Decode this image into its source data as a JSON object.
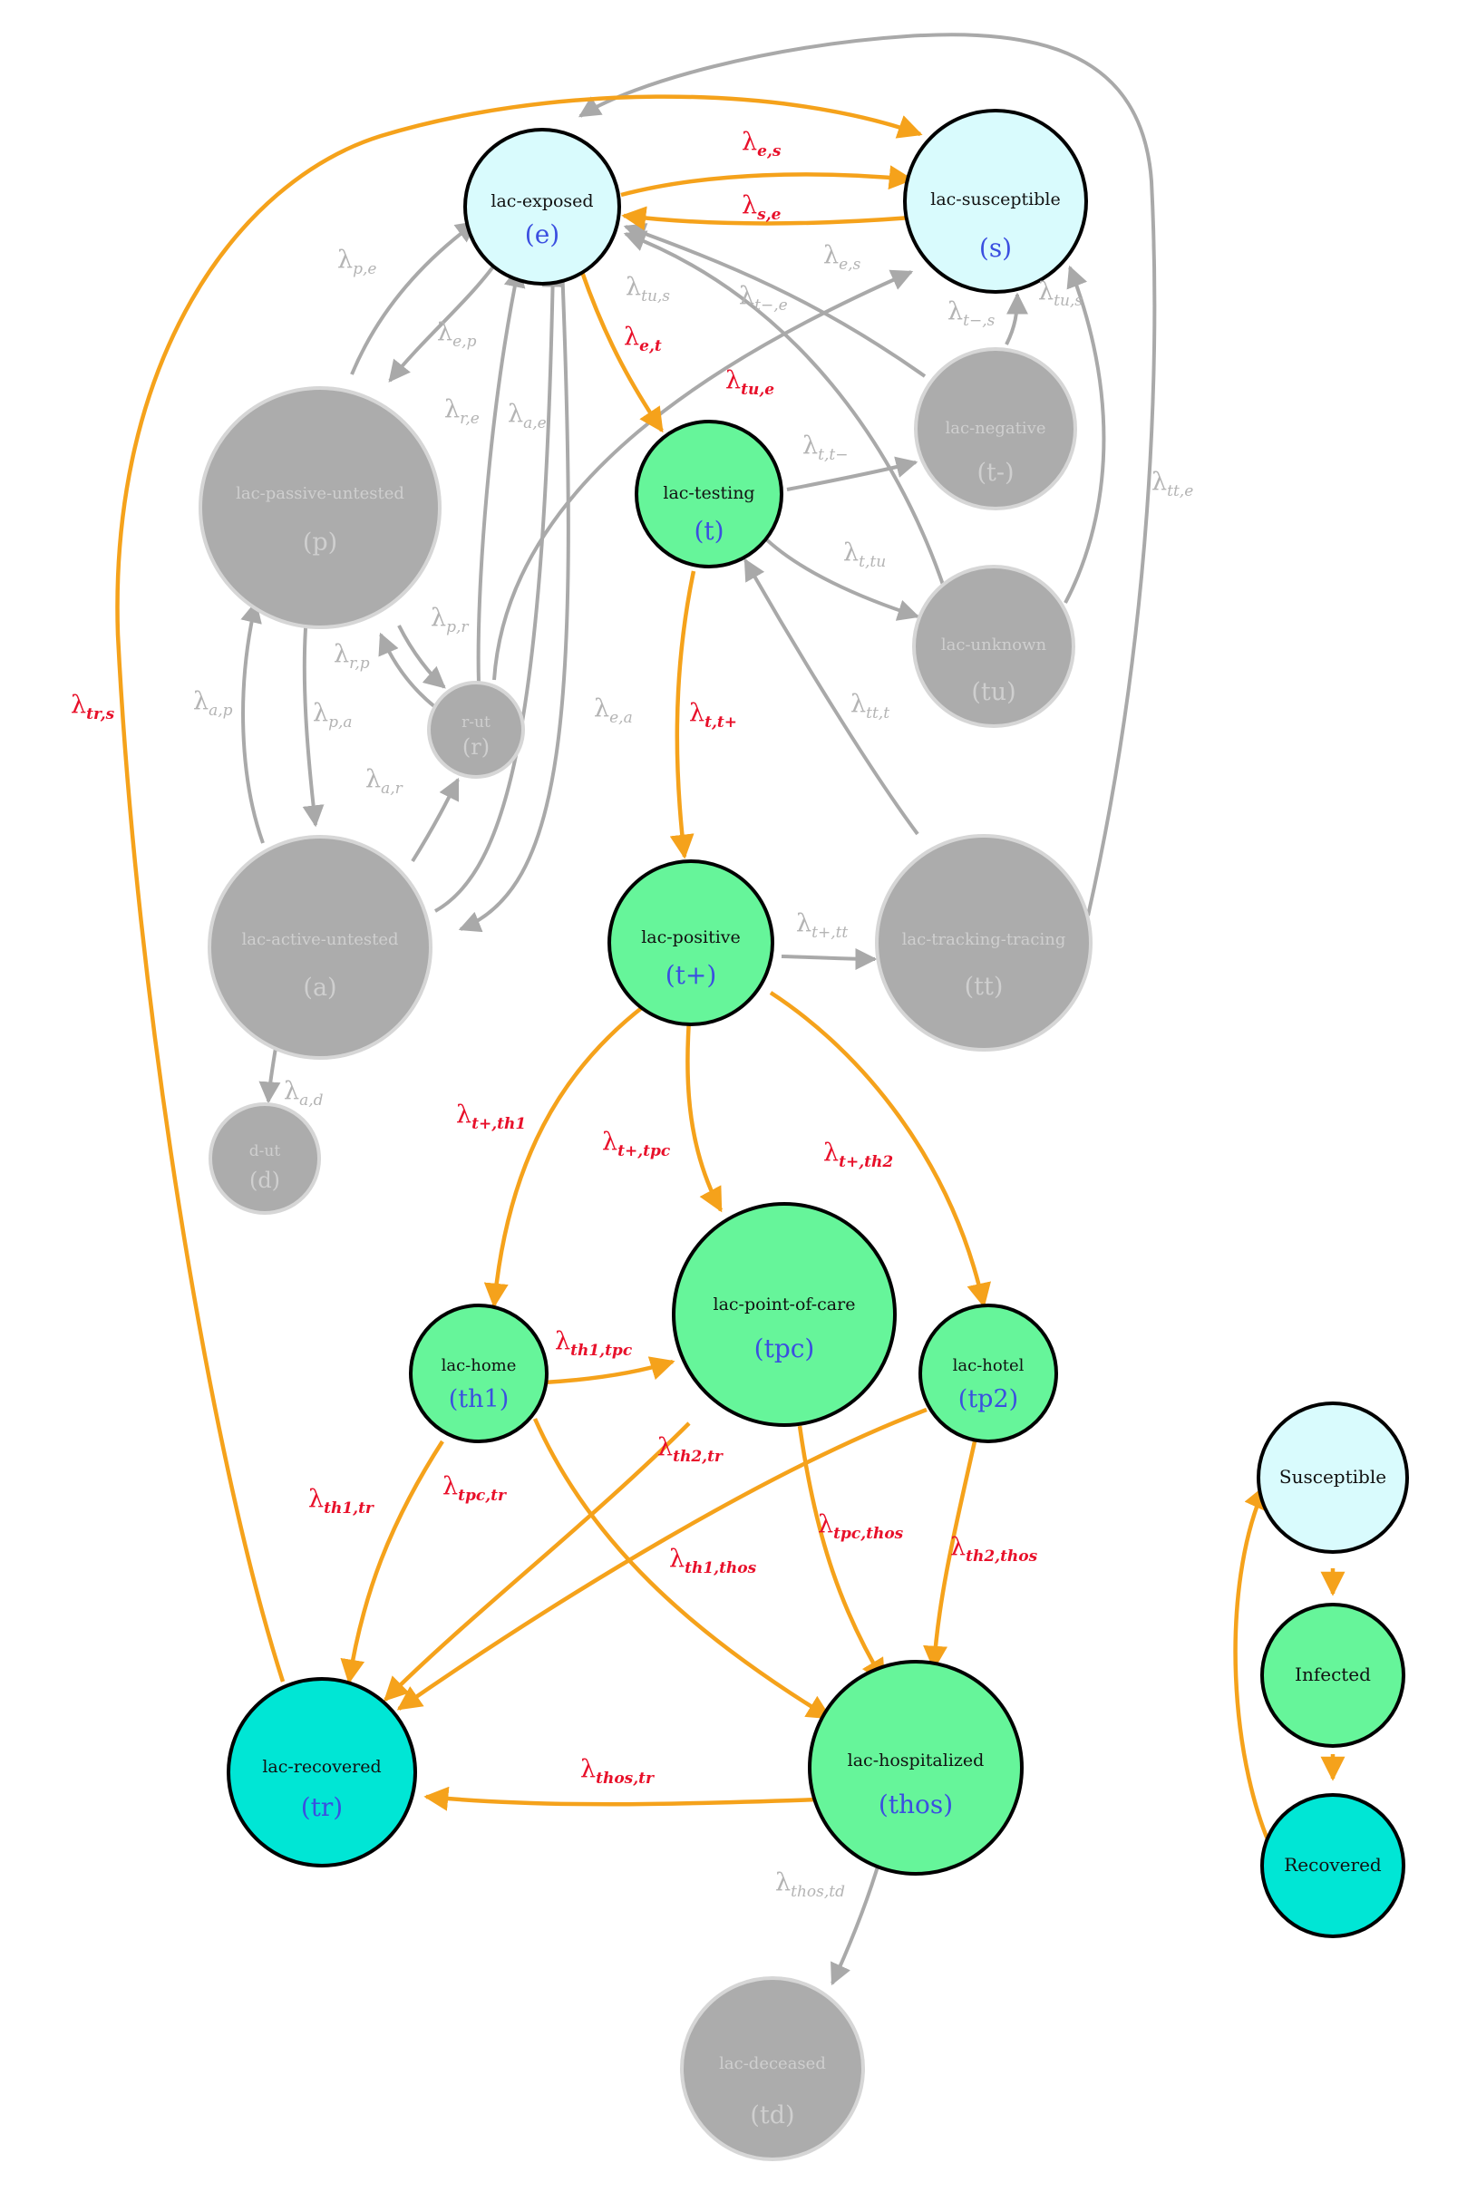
{
  "colors": {
    "active_edge": "#f5a21b",
    "inactive_edge": "#a9a9a9",
    "rate_label_active": "#e8102a",
    "rate_label_inactive": "#b4b4b4",
    "susceptible_fill": "#d9fbfd",
    "infected_fill": "#66f59a",
    "recovered_fill": "#00e6d5",
    "inactive_fill": "#acacac",
    "inactive_stroke": "#d6d6d6",
    "abbrev_active": "#3b4fe0",
    "name_inactive": "#cfcfcf"
  },
  "nodes": {
    "e": {
      "name": "lac-exposed",
      "abbrev": "(e)",
      "state": "susceptible"
    },
    "s": {
      "name": "lac-susceptible",
      "abbrev": "(s)",
      "state": "susceptible"
    },
    "p": {
      "name": "lac-passive-untested",
      "abbrev": "(p)",
      "state": "inactive"
    },
    "t": {
      "name": "lac-testing",
      "abbrev": "(t)",
      "state": "infected"
    },
    "tneg": {
      "name": "lac-negative",
      "abbrev": "(t-)",
      "state": "inactive"
    },
    "tu": {
      "name": "lac-unknown",
      "abbrev": "(tu)",
      "state": "inactive"
    },
    "r": {
      "name": "r-ut",
      "abbrev": "(r)",
      "state": "inactive"
    },
    "a": {
      "name": "lac-active-untested",
      "abbrev": "(a)",
      "state": "inactive"
    },
    "tpos": {
      "name": "lac-positive",
      "abbrev": "(t+)",
      "state": "infected"
    },
    "tt": {
      "name": "lac-tracking-tracing",
      "abbrev": "(tt)",
      "state": "inactive"
    },
    "d": {
      "name": "d-ut",
      "abbrev": "(d)",
      "state": "inactive"
    },
    "th1": {
      "name": "lac-home",
      "abbrev": "(th1)",
      "state": "infected"
    },
    "tpc": {
      "name": "lac-point-of-care",
      "abbrev": "(tpc)",
      "state": "infected"
    },
    "tp2": {
      "name": "lac-hotel",
      "abbrev": "(tp2)",
      "state": "infected"
    },
    "tr": {
      "name": "lac-recovered",
      "abbrev": "(tr)",
      "state": "recovered"
    },
    "thos": {
      "name": "lac-hospitalized",
      "abbrev": "(thos)",
      "state": "infected"
    },
    "td": {
      "name": "lac-deceased",
      "abbrev": "(td)",
      "state": "inactive"
    }
  },
  "legend": {
    "susceptible": "Susceptible",
    "infected": "Infected",
    "recovered": "Recovered"
  },
  "rates": [
    {
      "base": "λ",
      "sub": "e,s",
      "active": true
    },
    {
      "base": "λ",
      "sub": "s,e",
      "active": true
    },
    {
      "base": "λ",
      "sub": "e,t",
      "active": true
    },
    {
      "base": "λ",
      "sub": "tu,e",
      "active": true
    },
    {
      "base": "λ",
      "sub": "tr,s",
      "active": true
    },
    {
      "base": "λ",
      "sub": "t,t+",
      "active": true
    },
    {
      "base": "λ",
      "sub": "t+,th1",
      "active": true
    },
    {
      "base": "λ",
      "sub": "t+,tpc",
      "active": true
    },
    {
      "base": "λ",
      "sub": "t+,th2",
      "active": true
    },
    {
      "base": "λ",
      "sub": "th1,tpc",
      "active": true
    },
    {
      "base": "λ",
      "sub": "th1,tr",
      "active": true
    },
    {
      "base": "λ",
      "sub": "tpc,tr",
      "active": true
    },
    {
      "base": "λ",
      "sub": "th2,tr",
      "active": true
    },
    {
      "base": "λ",
      "sub": "th1,thos",
      "active": true
    },
    {
      "base": "λ",
      "sub": "tpc,thos",
      "active": true
    },
    {
      "base": "λ",
      "sub": "th2,thos",
      "active": true
    },
    {
      "base": "λ",
      "sub": "thos,tr",
      "active": true
    },
    {
      "base": "λ",
      "sub": "p,e",
      "active": false
    },
    {
      "base": "λ",
      "sub": "e,p",
      "active": false
    },
    {
      "base": "λ",
      "sub": "r,e",
      "active": false
    },
    {
      "base": "λ",
      "sub": "a,e",
      "active": false
    },
    {
      "base": "λ",
      "sub": "tu,s",
      "active": false
    },
    {
      "base": "λ",
      "sub": "t−,e",
      "active": false
    },
    {
      "base": "λ",
      "sub": "e,s",
      "active": false
    },
    {
      "base": "λ",
      "sub": "t−,s",
      "active": false
    },
    {
      "base": "λ",
      "sub": "tu,s",
      "active": false
    },
    {
      "base": "λ",
      "sub": "t,t−",
      "active": false
    },
    {
      "base": "λ",
      "sub": "tt,e",
      "active": false
    },
    {
      "base": "λ",
      "sub": "t,tu",
      "active": false
    },
    {
      "base": "λ",
      "sub": "p,r",
      "active": false
    },
    {
      "base": "λ",
      "sub": "r,p",
      "active": false
    },
    {
      "base": "λ",
      "sub": "a,p",
      "active": false
    },
    {
      "base": "λ",
      "sub": "p,a",
      "active": false
    },
    {
      "base": "λ",
      "sub": "a,r",
      "active": false
    },
    {
      "base": "λ",
      "sub": "e,a",
      "active": false
    },
    {
      "base": "λ",
      "sub": "tt,t",
      "active": false
    },
    {
      "base": "λ",
      "sub": "t+,tt",
      "active": false
    },
    {
      "base": "λ",
      "sub": "a,d",
      "active": false
    },
    {
      "base": "λ",
      "sub": "thos,td",
      "active": false
    }
  ]
}
